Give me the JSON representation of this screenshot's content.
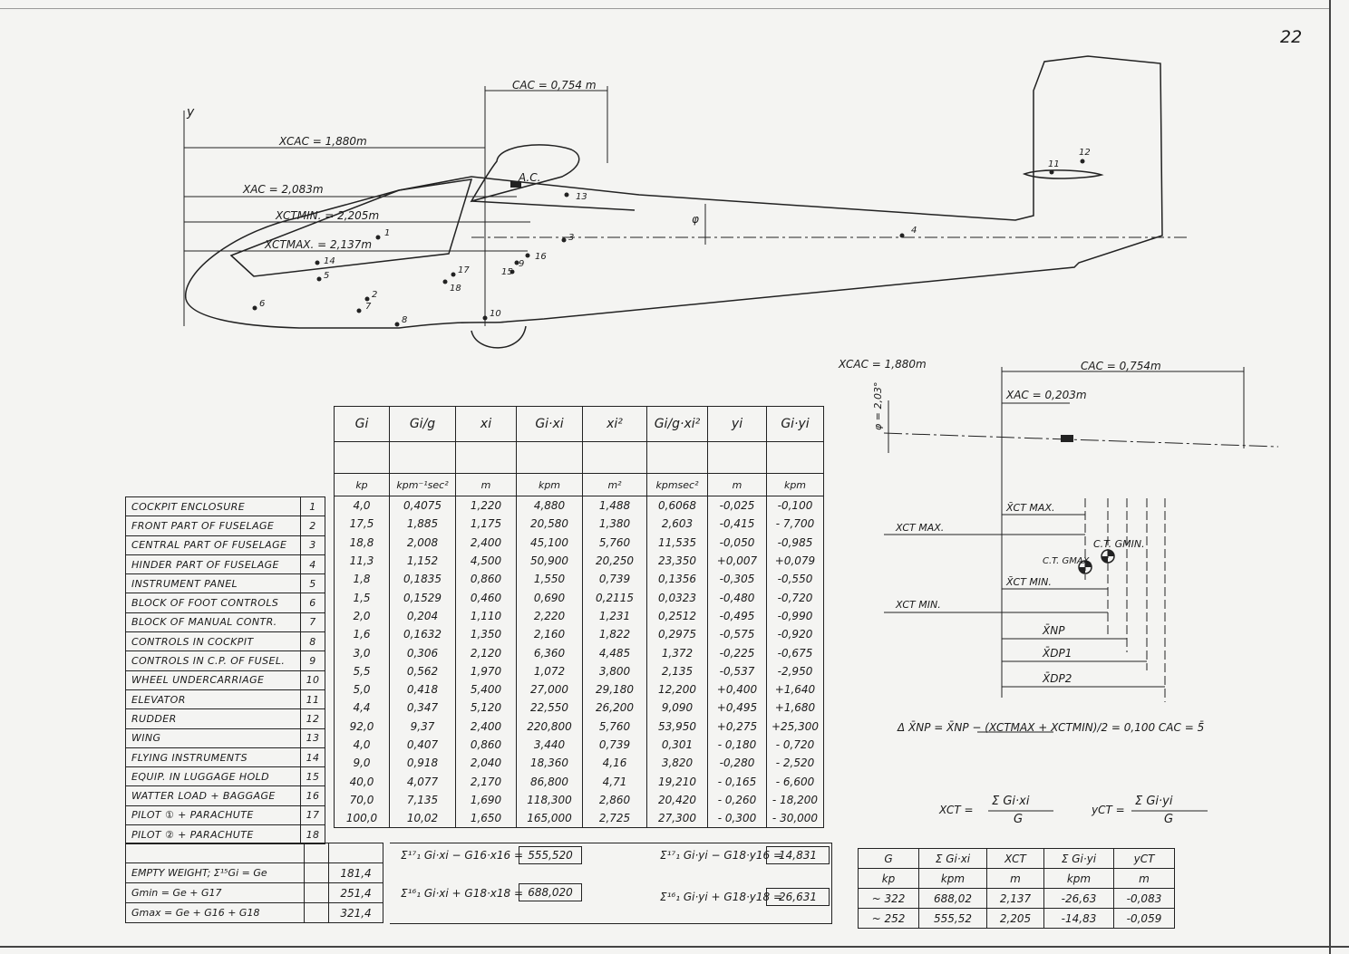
{
  "page_number": "22",
  "glider_labels": {
    "y_axis": "y",
    "cac_top": "CAC = 0,754 m",
    "xcac": "XCAC = 1,880m",
    "xac": "XAC = 2,083m",
    "xctmin": "XCTMIN. = 2,205m",
    "xctmax": "XCTMAX. = 2,137m",
    "ac": "A.C.",
    "phi": "φ",
    "points": [
      "1",
      "2",
      "3",
      "4",
      "5",
      "6",
      "7",
      "8",
      "9",
      "10",
      "11",
      "12",
      "13",
      "14",
      "15",
      "16",
      "17",
      "18"
    ]
  },
  "wing_diagram": {
    "xcac": "XCAC = 1,880m",
    "cac": "CAC = 0,754m",
    "xac": "XAC = 0,203m",
    "angle": "φ = 2,03°",
    "xct_max_bar": "X̄CT MAX.",
    "xct_max": "XCT MAX.",
    "ct_gmin": "C.T. GMIN.",
    "ct_gmax": "C.T. GMAX.",
    "xct_min_bar": "X̄CT MIN.",
    "xct_min": "XCT MIN.",
    "xnp": "X̄NP",
    "xdp1": "X̄DP1",
    "xdp2": "X̄DP2",
    "formula": "Δ X̄NP = X̄NP − (XCTMAX + XCTMIN)/2 = 0,100 CAC = 5̄"
  },
  "table": {
    "headers": [
      "Gi",
      "Gi/g",
      "xi",
      "Gi·xi",
      "xi²",
      "Gi/g·xi²",
      "yi",
      "Gi·yi"
    ],
    "units": [
      "kp",
      "kpm⁻¹sec²",
      "m",
      "kpm",
      "m²",
      "kpmsec²",
      "m",
      "kpm"
    ],
    "rows": [
      {
        "name": "COCKPIT ENCLOSURE",
        "i": "1",
        "v": [
          "4,0",
          "0,4075",
          "1,220",
          "4,880",
          "1,488",
          "0,6068",
          "-0,025",
          "-0,100"
        ]
      },
      {
        "name": "FRONT PART OF FUSELAGE",
        "i": "2",
        "v": [
          "17,5",
          "1,885",
          "1,175",
          "20,580",
          "1,380",
          "2,603",
          "-0,415",
          "- 7,700"
        ]
      },
      {
        "name": "CENTRAL PART OF FUSELAGE",
        "i": "3",
        "v": [
          "18,8",
          "2,008",
          "2,400",
          "45,100",
          "5,760",
          "11,535",
          "-0,050",
          "-0,985"
        ]
      },
      {
        "name": "HINDER PART OF FUSELAGE",
        "i": "4",
        "v": [
          "11,3",
          "1,152",
          "4,500",
          "50,900",
          "20,250",
          "23,350",
          "+0,007",
          "+0,079"
        ]
      },
      {
        "name": "INSTRUMENT PANEL",
        "i": "5",
        "v": [
          "1,8",
          "0,1835",
          "0,860",
          "1,550",
          "0,739",
          "0,1356",
          "-0,305",
          "-0,550"
        ]
      },
      {
        "name": "BLOCK OF FOOT CONTROLS",
        "i": "6",
        "v": [
          "1,5",
          "0,1529",
          "0,460",
          "0,690",
          "0,2115",
          "0,0323",
          "-0,480",
          "-0,720"
        ]
      },
      {
        "name": "BLOCK OF MANUAL CONTR.",
        "i": "7",
        "v": [
          "2,0",
          "0,204",
          "1,110",
          "2,220",
          "1,231",
          "0,2512",
          "-0,495",
          "-0,990"
        ]
      },
      {
        "name": "CONTROLS IN COCKPIT",
        "i": "8",
        "v": [
          "1,6",
          "0,1632",
          "1,350",
          "2,160",
          "1,822",
          "0,2975",
          "-0,575",
          "-0,920"
        ]
      },
      {
        "name": "CONTROLS IN C.P. OF FUSEL.",
        "i": "9",
        "v": [
          "3,0",
          "0,306",
          "2,120",
          "6,360",
          "4,485",
          "1,372",
          "-0,225",
          "-0,675"
        ]
      },
      {
        "name": "WHEEL UNDERCARRIAGE",
        "i": "10",
        "v": [
          "5,5",
          "0,562",
          "1,970",
          "1,072",
          "3,800",
          "2,135",
          "-0,537",
          "-2,950"
        ]
      },
      {
        "name": "ELEVATOR",
        "i": "11",
        "v": [
          "5,0",
          "0,418",
          "5,400",
          "27,000",
          "29,180",
          "12,200",
          "+0,400",
          "+1,640"
        ]
      },
      {
        "name": "RUDDER",
        "i": "12",
        "v": [
          "4,4",
          "0,347",
          "5,120",
          "22,550",
          "26,200",
          "9,090",
          "+0,495",
          "+1,680"
        ]
      },
      {
        "name": "WING",
        "i": "13",
        "v": [
          "92,0",
          "9,37",
          "2,400",
          "220,800",
          "5,760",
          "53,950",
          "+0,275",
          "+25,300"
        ]
      },
      {
        "name": "FLYING INSTRUMENTS",
        "i": "14",
        "v": [
          "4,0",
          "0,407",
          "0,860",
          "3,440",
          "0,739",
          "0,301",
          "- 0,180",
          "- 0,720"
        ]
      },
      {
        "name": "EQUIP. IN LUGGAGE HOLD",
        "i": "15",
        "v": [
          "9,0",
          "0,918",
          "2,040",
          "18,360",
          "4,16",
          "3,820",
          "-0,280",
          "- 2,520"
        ]
      },
      {
        "name": "WATTER LOAD + BAGGAGE",
        "i": "16",
        "v": [
          "40,0",
          "4,077",
          "2,170",
          "86,800",
          "4,71",
          "19,210",
          "- 0,165",
          "- 6,600"
        ]
      },
      {
        "name": "PILOT ① + PARACHUTE",
        "i": "17",
        "v": [
          "70,0",
          "7,135",
          "1,690",
          "118,300",
          "2,860",
          "20,420",
          "- 0,260",
          "- 18,200"
        ]
      },
      {
        "name": "PILOT ② + PARACHUTE",
        "i": "18",
        "v": [
          "100,0",
          "10,02",
          "1,650",
          "165,000",
          "2,725",
          "27,300",
          "- 0,300",
          "- 30,000"
        ]
      }
    ]
  },
  "summary": {
    "rows": [
      {
        "label": "EMPTY WEIGHT; Σ¹⁵Gi = Ge",
        "value": "181,4"
      },
      {
        "label": "Gmin = Ge + G17",
        "value": "251,4"
      },
      {
        "label": "Gmax = Ge + G16 + G18",
        "value": "321,4"
      }
    ],
    "f1": "Σ¹⁷₁ Gi·xi − G16·x16 =",
    "f1_value": "555,520",
    "f2": "Σ¹⁷₁ Gi·yi − G18·y16 =",
    "f2_value": "14,831",
    "f3": "Σ¹⁶₁ Gi·xi + G18·x18 =",
    "f3_value": "688,020",
    "f4": "Σ¹⁶₁ Gi·yi + G18·y18 =",
    "f4_value": "26,631"
  },
  "cg_formulas": {
    "xct": "XCT =",
    "xct_num": "Σ Gi·xi",
    "xct_den": "G",
    "yct": "yCT =",
    "yct_num": "Σ Gi·yi",
    "yct_den": "G"
  },
  "result_table": {
    "headers": [
      "G",
      "Σ Gi·xi",
      "XCT",
      "Σ Gi·yi",
      "yCT"
    ],
    "units": [
      "kp",
      "kpm",
      "m",
      "kpm",
      "m"
    ],
    "rows": [
      [
        "~ 322",
        "688,02",
        "2,137",
        "-26,63",
        "-0,083"
      ],
      [
        "~ 252",
        "555,52",
        "2,205",
        "-14,83",
        "-0,059"
      ]
    ]
  }
}
